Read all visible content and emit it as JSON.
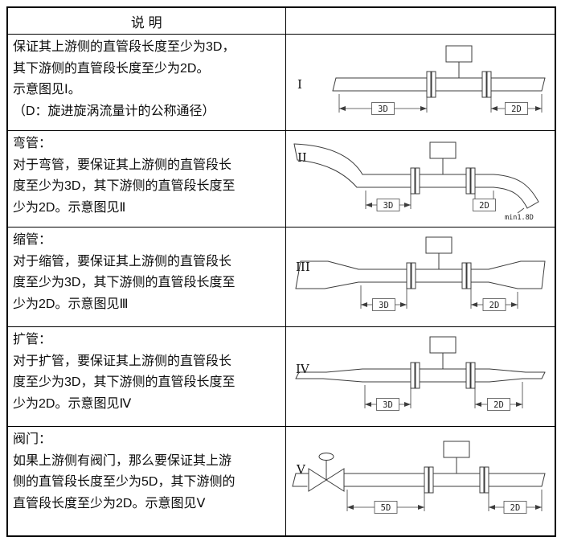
{
  "header": {
    "left": "说  明"
  },
  "rows": [
    {
      "lines": [
        "保证其上游侧的直管段长度至少为3D，",
        "其下游侧的直管段长度至少为2D。",
        "示意图见Ⅰ。",
        "（D：旋进旋涡流量计的公称通径）"
      ]
    },
    {
      "lines": [
        "弯管：",
        "对于弯管，要保证其上游侧的直管段长",
        "度至少为3D，其下游侧的直管段长度至",
        "少为2D。示意图见Ⅱ"
      ]
    },
    {
      "lines": [
        "缩管：",
        "对于缩管，要保证其上游侧的直管段长",
        "度至少为3D，其下游侧的直管段长度至",
        "少为2D。示意图见Ⅲ"
      ]
    },
    {
      "lines": [
        "扩管：",
        "对于扩管，要保证其上游侧的直管段长",
        "度至少为3D，其下游侧的直管段长度至",
        "少为2D。示意图见Ⅳ"
      ]
    },
    {
      "lines": [
        "阀门：",
        "如果上游侧有阀门，那么要保证其上游",
        "侧的直管段长度至少为5D，其下游侧的",
        "直管段长度至少为2D。示意图见Ⅴ"
      ]
    }
  ],
  "diagrams": [
    {
      "numeral": "I",
      "upstream_label": "3D",
      "downstream_label": "2D"
    },
    {
      "numeral": "II",
      "upstream_label": "3D",
      "downstream_label": "2D",
      "note": "min1.8D"
    },
    {
      "numeral": "III",
      "upstream_label": "3D",
      "downstream_label": "2D"
    },
    {
      "numeral": "IV",
      "upstream_label": "3D",
      "downstream_label": "2D"
    },
    {
      "numeral": "V",
      "upstream_label": "5D",
      "downstream_label": "2D"
    }
  ]
}
